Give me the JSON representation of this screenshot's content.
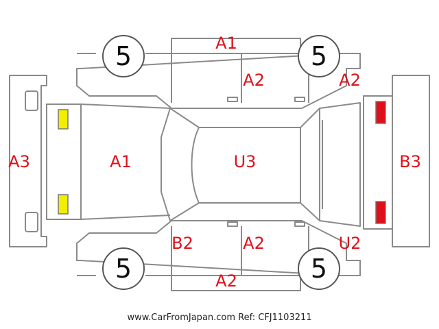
{
  "colors": {
    "outline": "#8a8a8a",
    "damage_code": "#e0101a",
    "headlight": "#f2ee00",
    "taillight": "#e0101a"
  },
  "damage_codes": {
    "roof_top_edge": "A1",
    "front_door_upper": "A2",
    "rear_quarter_upper": "A2",
    "front_bumper": "A3",
    "hood": "A1",
    "roof": "U3",
    "rear_bumper": "B3",
    "front_fender_lower": "B2",
    "front_door_lower": "A2",
    "rear_quarter_lower": "U2",
    "rocker_bottom_edge": "A2"
  },
  "tires": {
    "front_left": "5",
    "rear_left": "5",
    "front_right": "5",
    "rear_right": "5"
  },
  "footer": {
    "text": "www.CarFromJapan.com Ref: CFJ1103211"
  }
}
